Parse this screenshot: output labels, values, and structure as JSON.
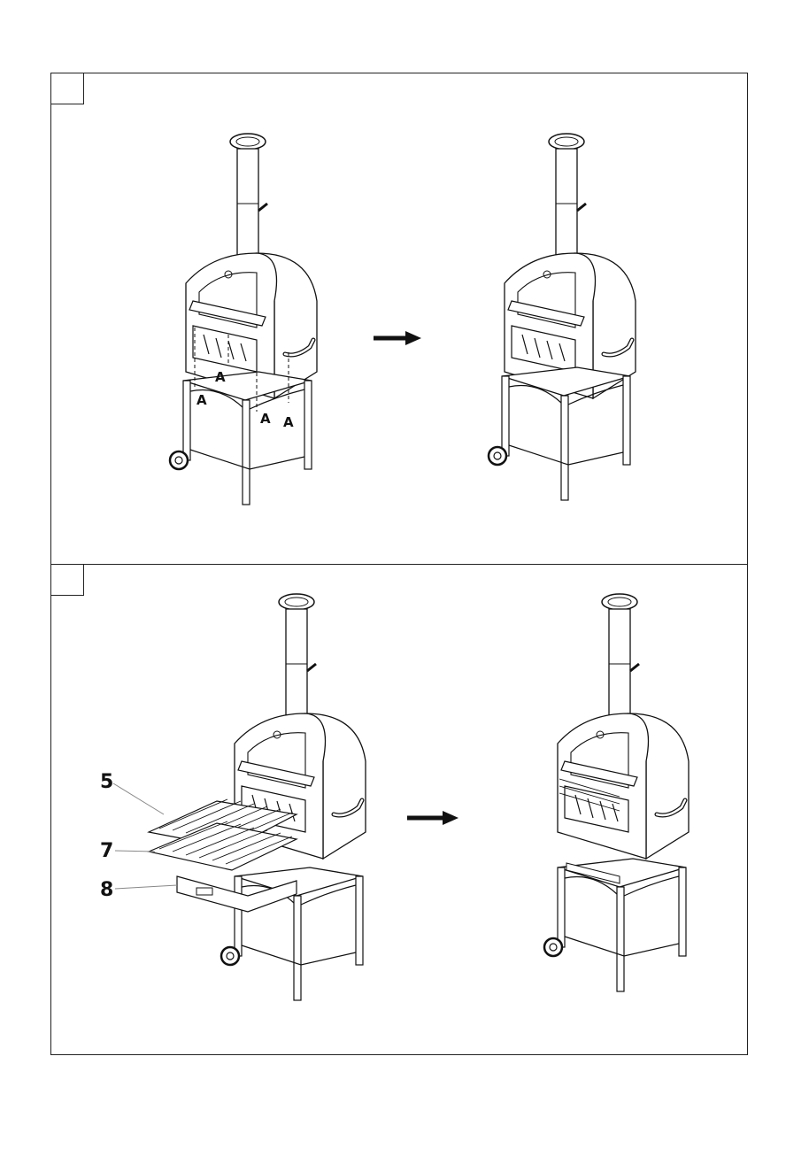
{
  "steps": [
    {
      "number": "",
      "labels": {
        "a1": "A",
        "a2": "A",
        "a3": "A",
        "a4": "A"
      }
    },
    {
      "number": "",
      "labels": {
        "part_5": "5",
        "part_7": "7",
        "part_8": "8"
      }
    }
  ],
  "icons": {
    "arrow": "right-arrow-icon"
  }
}
